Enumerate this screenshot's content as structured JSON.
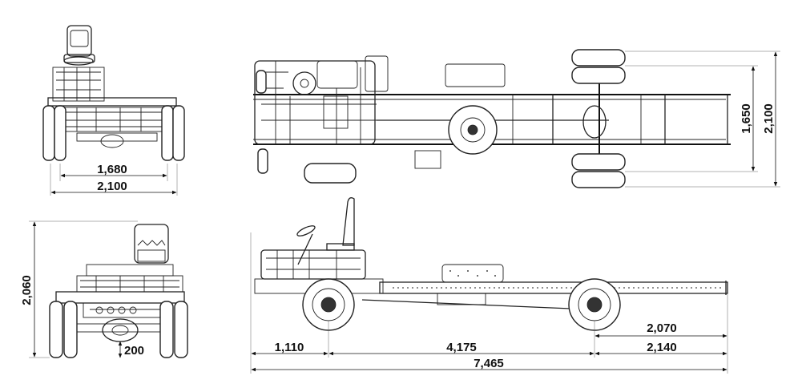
{
  "dimensions": {
    "front_track": "1,680",
    "front_overall_width": "2,100",
    "side_overall_height": "2,060",
    "ground_clearance": "200",
    "front_overhang": "1,110",
    "wheelbase": "4,175",
    "overall_length": "7,465",
    "rear_overhang_frame": "2,070",
    "rear_overhang_overall": "2,140",
    "top_frame_width": "1,650",
    "top_overall_width": "2,100"
  },
  "colors": {
    "line": "#222222",
    "text": "#111111",
    "background": "#ffffff"
  }
}
